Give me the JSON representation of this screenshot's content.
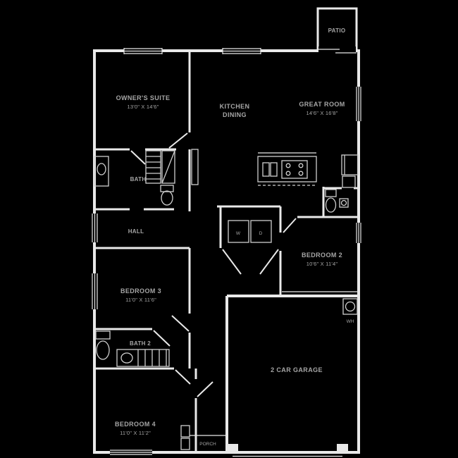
{
  "colors": {
    "background": "#000000",
    "wall": "#e9e9e9",
    "fixture": "#cfcfcf",
    "label": "#a6a6a6"
  },
  "labels": {
    "patio": "PATIO",
    "owner": {
      "name": "OWNER'S SUITE",
      "dims": "13'0\" X 14'6\""
    },
    "kitchen": {
      "line1": "KITCHEN",
      "line2": "DINING"
    },
    "great": {
      "name": "GREAT ROOM",
      "dims": "14'6\" X 16'8\""
    },
    "bath": "BATH",
    "hall": "HALL",
    "bed3": {
      "name": "BEDROOM 3",
      "dims": "11'0\" X 11'6\""
    },
    "bath2": "BATH 2",
    "bed4": {
      "name": "BEDROOM 4",
      "dims": "11'0\" X 11'2\""
    },
    "bed2": {
      "name": "BEDROOM 2",
      "dims": "10'6\" X 11'4\""
    },
    "garage": "2 CAR GARAGE",
    "wh": "WH",
    "porch": "PORCH",
    "washer": "W",
    "dryer": "D"
  }
}
